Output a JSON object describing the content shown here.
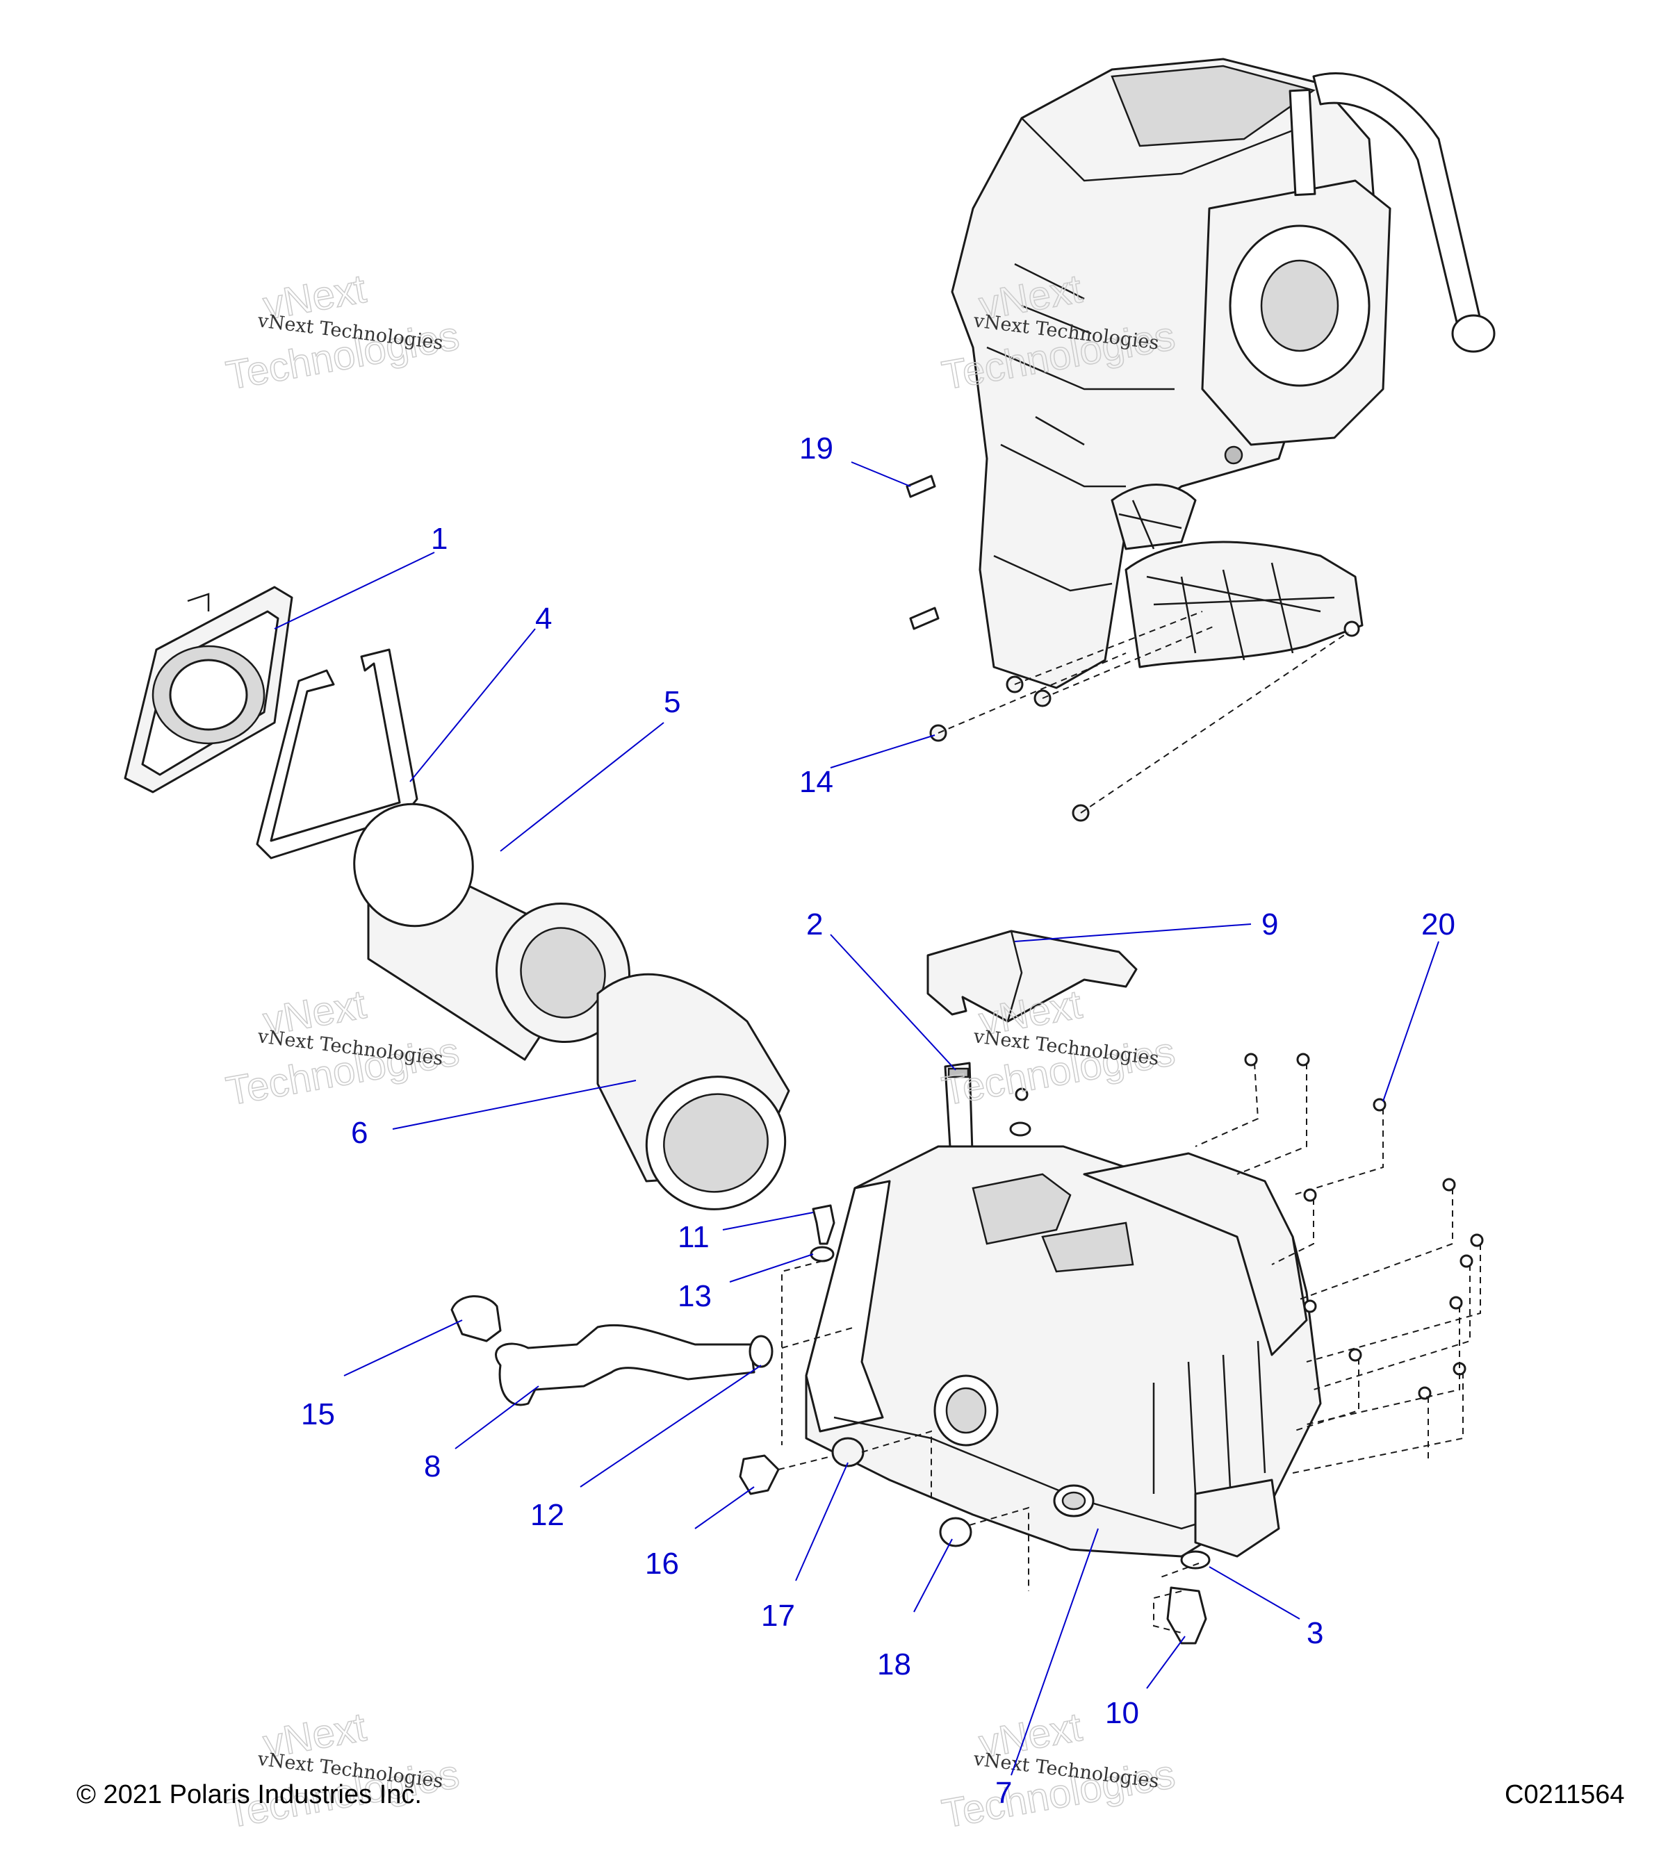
{
  "callouts": [
    {
      "label": "1"
    },
    {
      "label": "2"
    },
    {
      "label": "3"
    },
    {
      "label": "4"
    },
    {
      "label": "5"
    },
    {
      "label": "6"
    },
    {
      "label": "7"
    },
    {
      "label": "8"
    },
    {
      "label": "9"
    },
    {
      "label": "10"
    },
    {
      "label": "11"
    },
    {
      "label": "12"
    },
    {
      "label": "13"
    },
    {
      "label": "14"
    },
    {
      "label": "15"
    },
    {
      "label": "16"
    },
    {
      "label": "17"
    },
    {
      "label": "18"
    },
    {
      "label": "19"
    },
    {
      "label": "20"
    }
  ],
  "watermark": {
    "line": "vNext Technologies",
    "word1": "vNext",
    "word2": "Technologies"
  },
  "footer": {
    "copyright": "© 2021 Polaris Industries Inc.",
    "figure_id": "C0211564"
  },
  "colors": {
    "callout": "#0000cc",
    "linework": "#1a1a1a"
  }
}
